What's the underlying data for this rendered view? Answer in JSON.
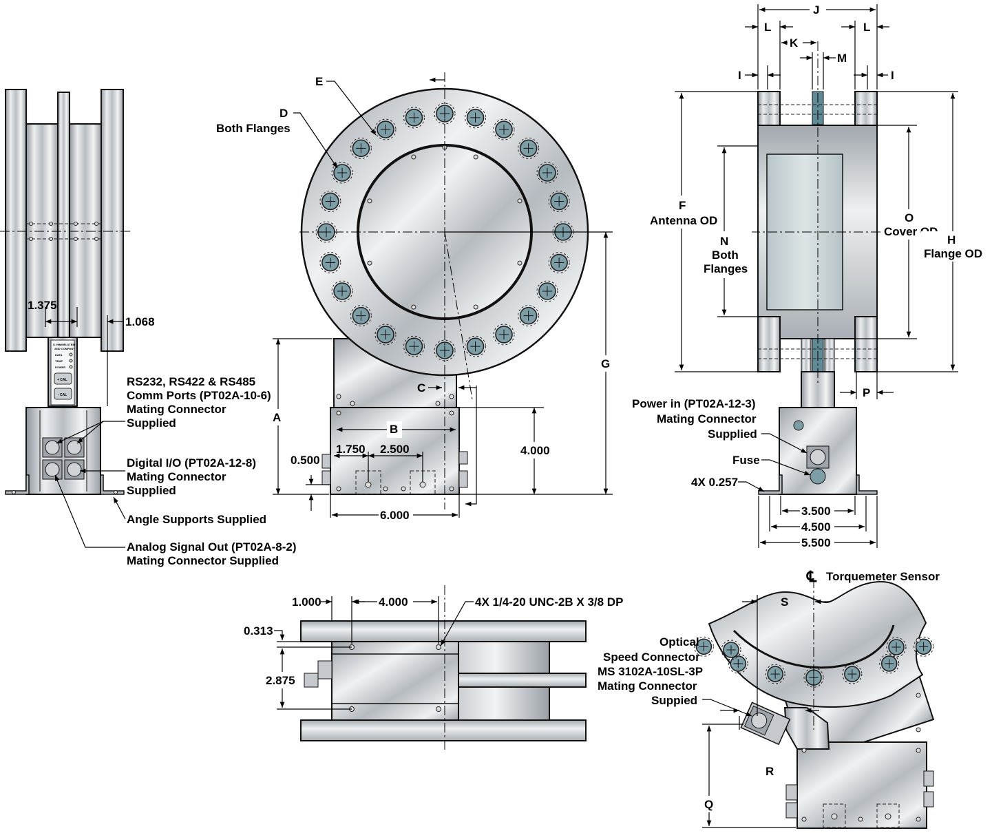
{
  "colors": {
    "metal_light": "#e4e6e9",
    "metal_dark": "#9ea4aa",
    "bolt_fill": "#7d9ea6",
    "background": "#ffffff"
  },
  "side_view": {
    "dim_1375": "1.375",
    "dim_1068": "1.068",
    "panel_text": [
      "S. HIMMELSTEIN",
      "AND COMPANY",
      "DATA",
      "TEMP",
      "POWER",
      "+ CAL",
      "- CAL"
    ],
    "callouts": {
      "comm_ports": [
        "RS232, RS422 & RS485",
        "Comm Ports (PT02A-10-6)",
        "Mating Connector",
        "Supplied"
      ],
      "digital_io": [
        "Digital I/O (PT02A-12-8)",
        "Mating Connector",
        "Supplied"
      ],
      "angle_supports": "Angle Supports Supplied",
      "analog_out": [
        "Analog Signal Out (PT02A-8-2)",
        "Mating Connector Supplied"
      ]
    }
  },
  "front_view": {
    "label_e": "E",
    "label_d": [
      "D",
      "Both Flanges"
    ],
    "dim_a": "A",
    "dim_b": "B",
    "dim_c": "C",
    "dim_g": "G",
    "dim_1750": "1.750",
    "dim_2500": "2.500",
    "dim_0500": "0.500",
    "dim_4000": "4.000",
    "dim_6000": "6.000"
  },
  "right_view": {
    "dim_j": "J",
    "dim_l": "L",
    "dim_k": "K",
    "dim_m": "M",
    "dim_i": "I",
    "label_f": [
      "F",
      "Antenna OD"
    ],
    "label_n": [
      "N",
      "Both",
      "Flanges"
    ],
    "label_o": [
      "O",
      "Cover OD"
    ],
    "label_h": [
      "H",
      "Flange OD"
    ],
    "dim_p": "P",
    "power_in": [
      "Power in (PT02A-12-3)",
      "Mating Connector",
      "Supplied"
    ],
    "fuse": "Fuse",
    "holes": "4X 0.257",
    "dim_3500": "3.500",
    "dim_4500": "4.500",
    "dim_5500": "5.500"
  },
  "bottom_view": {
    "dim_1000": "1.000",
    "dim_4000": "4.000",
    "tapped_holes": "4X 1/4-20 UNC-2B X 3/8 DP",
    "dim_0313": "0.313",
    "dim_2875": "2.875"
  },
  "detail_view": {
    "centerline": "Torquemeter Sensor",
    "dim_s": "S",
    "optical": [
      "Optical",
      "Speed Connector",
      "MS 3102A-10SL-3P",
      "Mating Connector",
      "Suppied"
    ],
    "dim_q": "Q",
    "dim_r": "R"
  }
}
